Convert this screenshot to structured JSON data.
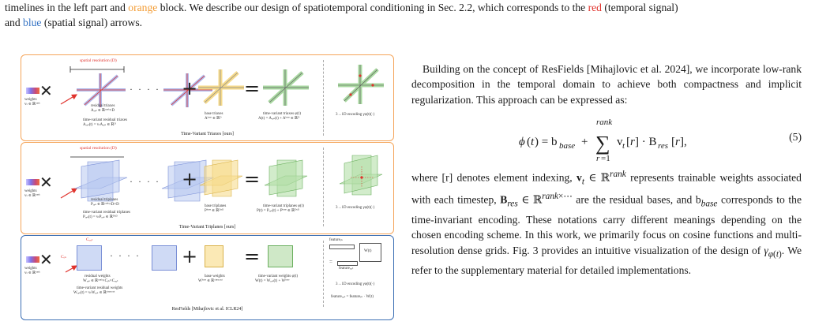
{
  "intro": {
    "line1_a": "timelines in the left part and ",
    "line1_orange": "orange",
    "line1_b": " block. We describe our design of spatiotemporal conditioning in Sec. 2.2, which corresponds to the ",
    "line1_red": "red",
    "line1_c": " (temporal signal)",
    "line2_a": "and ",
    "line2_blue": "blue",
    "line2_b": " (spatial signal) arrows."
  },
  "figure": {
    "panel1": {
      "caption": "Time-Variant Triaxes [ours]",
      "spatial_label": "spatial resolution (D)",
      "weights": "weights",
      "weights_math": "vₜ ∈ ℝʳᵃⁿᵏ",
      "residual": "residual triaxes",
      "residual_math": "Aᵣₑₛ ∈ ℝʳᵃⁿᵏ×D",
      "tv_residual": "time-variant residual triaxes",
      "tv_residual_math": "Aᵣₑₛ(t) = vₜAᵣₑₛ ∈ ℝᴰ",
      "base": "base triaxes",
      "base_math": "Aᵇᵃˢᵉ ∈ ℝᴰ",
      "tv": "time-variant triaxes φ(t)",
      "tv_math": "A(t) = Aᵣₑₛ(t) + Aᵇᵃˢᵉ ∈ ℝᴰ",
      "enc": "3→1D encoding γφ(t)(·)"
    },
    "panel2": {
      "caption": "Time-Variant Triplanes [ours]",
      "spatial_label": "spatial resolution (D)",
      "weights": "weights",
      "weights_math": "vₜ ∈ ℝʳᵃⁿᵏ",
      "residual": "residual triplanes",
      "residual_math": "Pᵣₑₛ ∈ ℝʳᵃⁿᵏ×D×D",
      "tv_residual": "time-variant residual triplanes",
      "tv_residual_math": "Pᵣₑₛ(t) = vₜPᵣₑₛ ∈ ℝᴰˣᴰ",
      "base": "base triplanes",
      "base_math": "Pᵇᵃˢᵉ ∈ ℝᴰˣᴰ",
      "tv": "time-variant triplanes φ(t)",
      "tv_math": "P(t) = Pᵣₑₛ(t) + Pᵇᵃˢᵉ ∈ ℝᴰˣᴰ",
      "enc": "3→1D encoding γφ(t)(·)"
    },
    "panel3": {
      "caption": "ResFields [Mihajlovic et al. ICLR24]",
      "c_out": "Cₒᵤₜ",
      "c_in": "Cᵢₙ",
      "weights": "weights",
      "weights_math": "vₜ ∈ ℝʳᵃⁿᵏ",
      "residual": "residual weights",
      "residual_math": "Wᵣₑₛ ∈ ℝʳᵃⁿᵏ×Cᵢₙ×Cₒᵤₜ",
      "tv_residual": "time-variant residual weights",
      "tv_residual_math": "Wᵣₑₛ(t) = vₜWᵣₑₛ ∈ ℝᶜⁱⁿˣᶜᵒᵘᵗ",
      "base": "base weights",
      "base_math": "Wᵇᵃˢᵉ ∈ ℝᶜⁱⁿˣᶜᵒᵘᵗ",
      "tv": "time-variant weights φ(t)",
      "tv_math": "W(t) = Wᵣₑₛ(t) + Wᵇᵃˢᵉ",
      "enc": "3→1D encoding γφ(t)(·)",
      "feat_in": "featureᵢₙ",
      "feat_out": "featureₒᵤₜ",
      "wt": "W(t)",
      "feat_eq": "featureₒᵤₜ = featureᵢₙ · W(t)"
    }
  },
  "right": {
    "p1": "Building on the concept of ResFields [Mihajlovic et al. 2024], we incorporate low-rank decomposition in the temporal domain to achieve both compactness and implicit regularization. This approach can be expressed as:",
    "eq_number": "(5)",
    "p2_1": "where [r] denotes element indexing, ",
    "p2_2": " represents trainable weights associated with each timestep, ",
    "p2_3": " are the residual bases, and ",
    "p2_4": " corresponds to the time-invariant encoding. These notations carry different meanings depending on the chosen encoding scheme. In this work, we primarily focus on cosine functions and multi-resolution dense grids. Fig. 3 provides an intuitive visualization of the design of ",
    "p2_5": ". We refer to the supplementary material for detailed implementations."
  },
  "colors": {
    "orange": "#f39c34",
    "red": "#e0322c",
    "blue": "#3573c4"
  }
}
